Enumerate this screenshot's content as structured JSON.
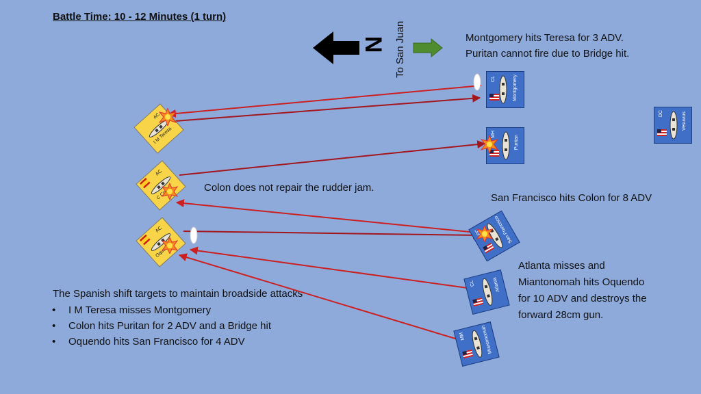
{
  "title": "Battle Time: 10 - 12 Minutes (1 turn)",
  "compass": {
    "letter": "N",
    "direction_icon": "big-black-left-arrow"
  },
  "destination": {
    "label": "To San Juan",
    "icon": "green-right-arrow"
  },
  "notes": {
    "montgomery": [
      "Montgomery hits Teresa for 3 ADV.",
      "Puritan cannot fire due to Bridge hit."
    ],
    "colon": "Colon does not repair the rudder jam.",
    "san_francisco": "San Francisco hits Colon for 8 ADV",
    "atlanta": [
      "Atlanta misses and",
      "Miantonomah hits Oquendo",
      "for 10 ADV and destroys the",
      "forward 28cm gun."
    ]
  },
  "spanish_summary": {
    "heading": "The Spanish shift targets to maintain broadside attacks",
    "bullets": [
      "I M Teresa misses Montgomery",
      "Colon hits Puritan for 2 ADV and a Bridge hit",
      "Oquendo hits San Francisco for 4 ADV"
    ]
  },
  "ships": {
    "spanish": [
      {
        "name": "I M Teresa",
        "type": "AC"
      },
      {
        "name": "C Colon",
        "type": "AC"
      },
      {
        "name": "Oquendo",
        "type": "AC"
      }
    ],
    "us": [
      {
        "name": "Montgomery",
        "type": "CL"
      },
      {
        "name": "Puritan",
        "type": "MH"
      },
      {
        "name": "Vesuvius",
        "type": "DC"
      },
      {
        "name": "San Francisco",
        "type": "PC"
      },
      {
        "name": "Atlanta",
        "type": "CL"
      },
      {
        "name": "Miantonomah",
        "type": "MM"
      }
    ]
  },
  "colors": {
    "sea": "#8eaadb",
    "fire_line": "#cc1f1f",
    "spanish_counter": "#f7d448",
    "us_counter": "#3f6fc6",
    "arrow_green": "#4e8c2f"
  }
}
